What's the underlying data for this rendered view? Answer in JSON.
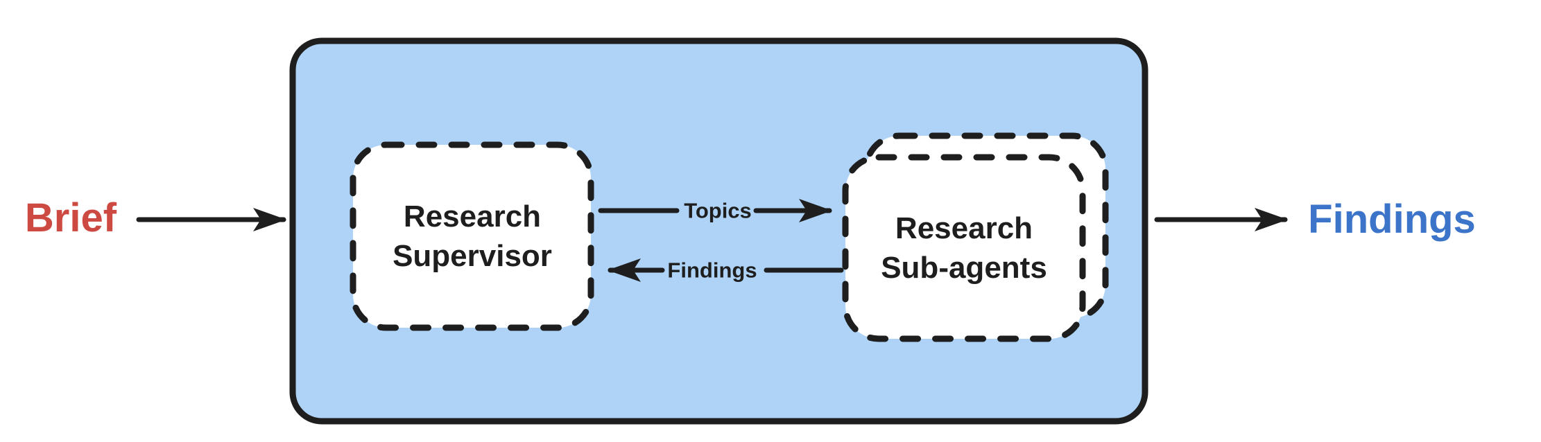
{
  "diagram": {
    "input_label": "Brief",
    "output_label": "Findings",
    "nodes": {
      "supervisor": {
        "label": "Research\nSupervisor"
      },
      "subagents": {
        "label": "Research\nSub-agents"
      }
    },
    "edges": {
      "topics_label": "Topics",
      "findings_label": "Findings"
    }
  },
  "colors": {
    "container-fill": "#AED3F7",
    "node-fill": "#FFFFFF",
    "stroke": "#1E1E1E",
    "input-accent": "#CD4A43",
    "output-accent": "#3B74C9"
  }
}
